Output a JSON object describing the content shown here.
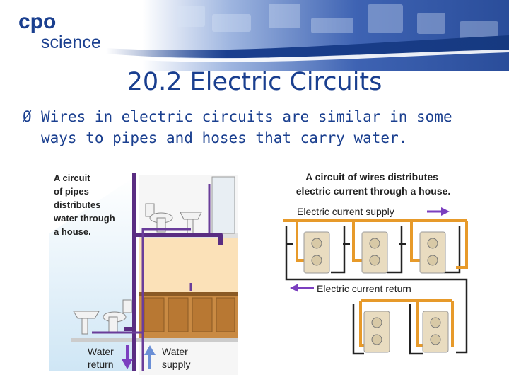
{
  "logo": {
    "line1": "cpo",
    "line2": "science"
  },
  "title": "20.2 Electric Circuits",
  "bullet": {
    "marker": "Ø",
    "text": "Wires in electric circuits are similar in some ways to pipes and hoses that carry water."
  },
  "plumbing": {
    "caption": [
      "A circuit",
      "of pipes",
      "distributes",
      "water through",
      "a house."
    ],
    "water_return": [
      "Water",
      "return"
    ],
    "water_supply": [
      "Water",
      "supply"
    ]
  },
  "wiring": {
    "caption": [
      "A circuit of wires distributes",
      "electric current through a house."
    ],
    "supply_label": "Electric current supply",
    "return_label": "Electric current return"
  },
  "colors": {
    "title_blue": "#1a3f8f",
    "pipe_purple": "#5a2d82",
    "wire_orange": "#e79a2a",
    "outlet_beige": "#e9dcc0",
    "arrow_purple": "#7b3fbf"
  }
}
